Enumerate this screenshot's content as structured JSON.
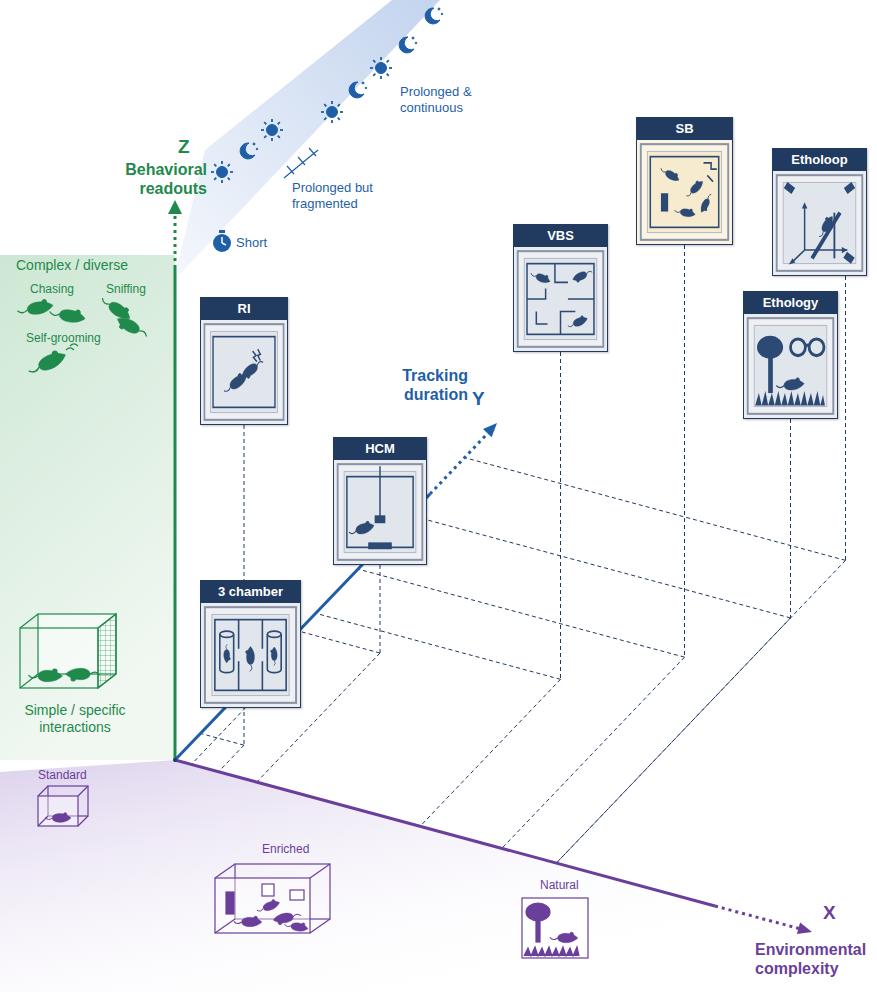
{
  "diagram": {
    "nodes": [
      {
        "text": [
          "3 chamber"
        ]
      },
      {
        "text": [
          "RI"
        ]
      },
      {
        "text": [
          "HCM"
        ]
      },
      {
        "text": [
          "VBS"
        ]
      },
      {
        "text": [
          "SB"
        ]
      },
      {
        "text": [
          "Ethology"
        ]
      },
      {
        "text": [
          "Etholoop"
        ]
      }
    ],
    "labels": [
      "Z",
      "Behavioral readouts",
      "Tracking duration",
      "Y",
      "X",
      "Environmental complexity",
      "Complex / diverse",
      "Chasing",
      "Sniffing",
      "Self-grooming",
      "Simple / specific interactions",
      "Short",
      "Prolonged but fragmented",
      "Prolonged & continuous",
      "Standard",
      "Enriched",
      "Natural"
    ]
  }
}
